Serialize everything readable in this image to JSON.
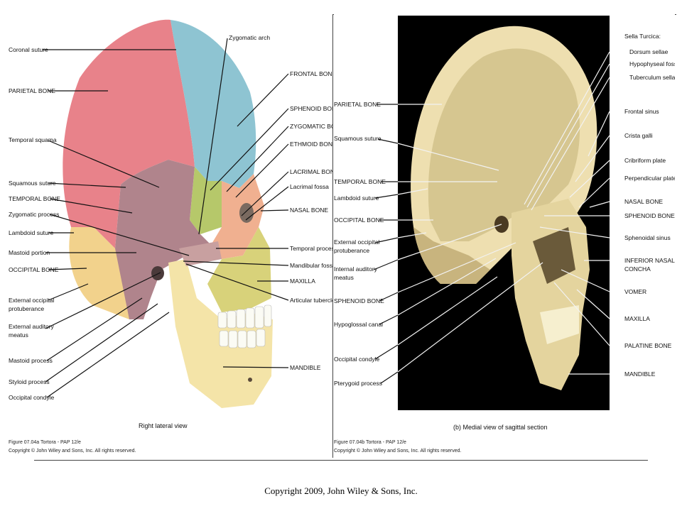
{
  "left_figure": {
    "caption": "Right lateral view",
    "figure_id": "Figure 07.04a  Tortora - PAP 12/e",
    "copyright": "Copyright © John Wiley and Sons, Inc. All rights reserved.",
    "labels_left": [
      "Coronal suture",
      "PARIETAL BONE",
      "Temporal squama",
      "Squamous suture",
      "TEMPORAL BONE",
      "Zygomatic process",
      "Lambdoid suture",
      "Mastoid portion",
      "OCCIPITAL BONE",
      "External occipital",
      "protuberance",
      "External auditory",
      "meatus",
      "Mastoid process",
      "Styloid process",
      "Occipital condyle"
    ],
    "labels_right": [
      "Zygomatic arch",
      "FRONTAL BONE",
      "SPHENOID BONE",
      "ZYGOMATIC BONE",
      "ETHMOID BONE",
      "LACRIMAL BONE",
      "Lacrimal fossa",
      "NASAL BONE",
      "Temporal process",
      "Mandibular fossa",
      "MAXILLA",
      "Articular tubercle",
      "MANDIBLE"
    ],
    "colors": {
      "parietal": "#e8828a",
      "frontal": "#8ec4d2",
      "temporal": "#b0848c",
      "occipital": "#f2d28c",
      "sphenoid": "#b6c86a",
      "zygomatic": "#f0b090",
      "mandible": "#f4e4a8",
      "maxilla": "#d8d27a"
    }
  },
  "right_figure": {
    "caption": "(b) Medial view of sagittal section",
    "figure_id": "Figure 07.04b  Tortora - PAP 12/e",
    "copyright": "Copyright © John Wiley and Sons, Inc. All rights reserved.",
    "labels_left": [
      "PARIETAL BONE",
      "Squamous suture",
      "TEMPORAL BONE",
      "Lambdoid suture",
      "OCCIPITAL BONE",
      "External occipital",
      "protuberance",
      "Internal auditory",
      "meatus",
      "SPHENOID BONE",
      "Hypoglossal canal",
      "Occipital condyle",
      "Pterygoid process"
    ],
    "labels_right": [
      "Sella Turcica:",
      "Dorsum sellae",
      "Hypophyseal fossa",
      "Tuberculum sellae",
      "Frontal sinus",
      "Crista galli",
      "Cribriform plate",
      "Perpendicular plate",
      "NASAL BONE",
      "SPHENOID BONE",
      "Sphenoidal sinus",
      "INFERIOR NASAL",
      "CONCHA",
      "VOMER",
      "MAXILLA",
      "PALATINE BONE",
      "MANDIBLE"
    ],
    "colors": {
      "background": "#000000",
      "bone": "#eedfb0",
      "bone_shadow": "#c8b47e"
    }
  },
  "footer": {
    "copyright": "Copyright 2009, John Wiley & Sons, Inc."
  }
}
